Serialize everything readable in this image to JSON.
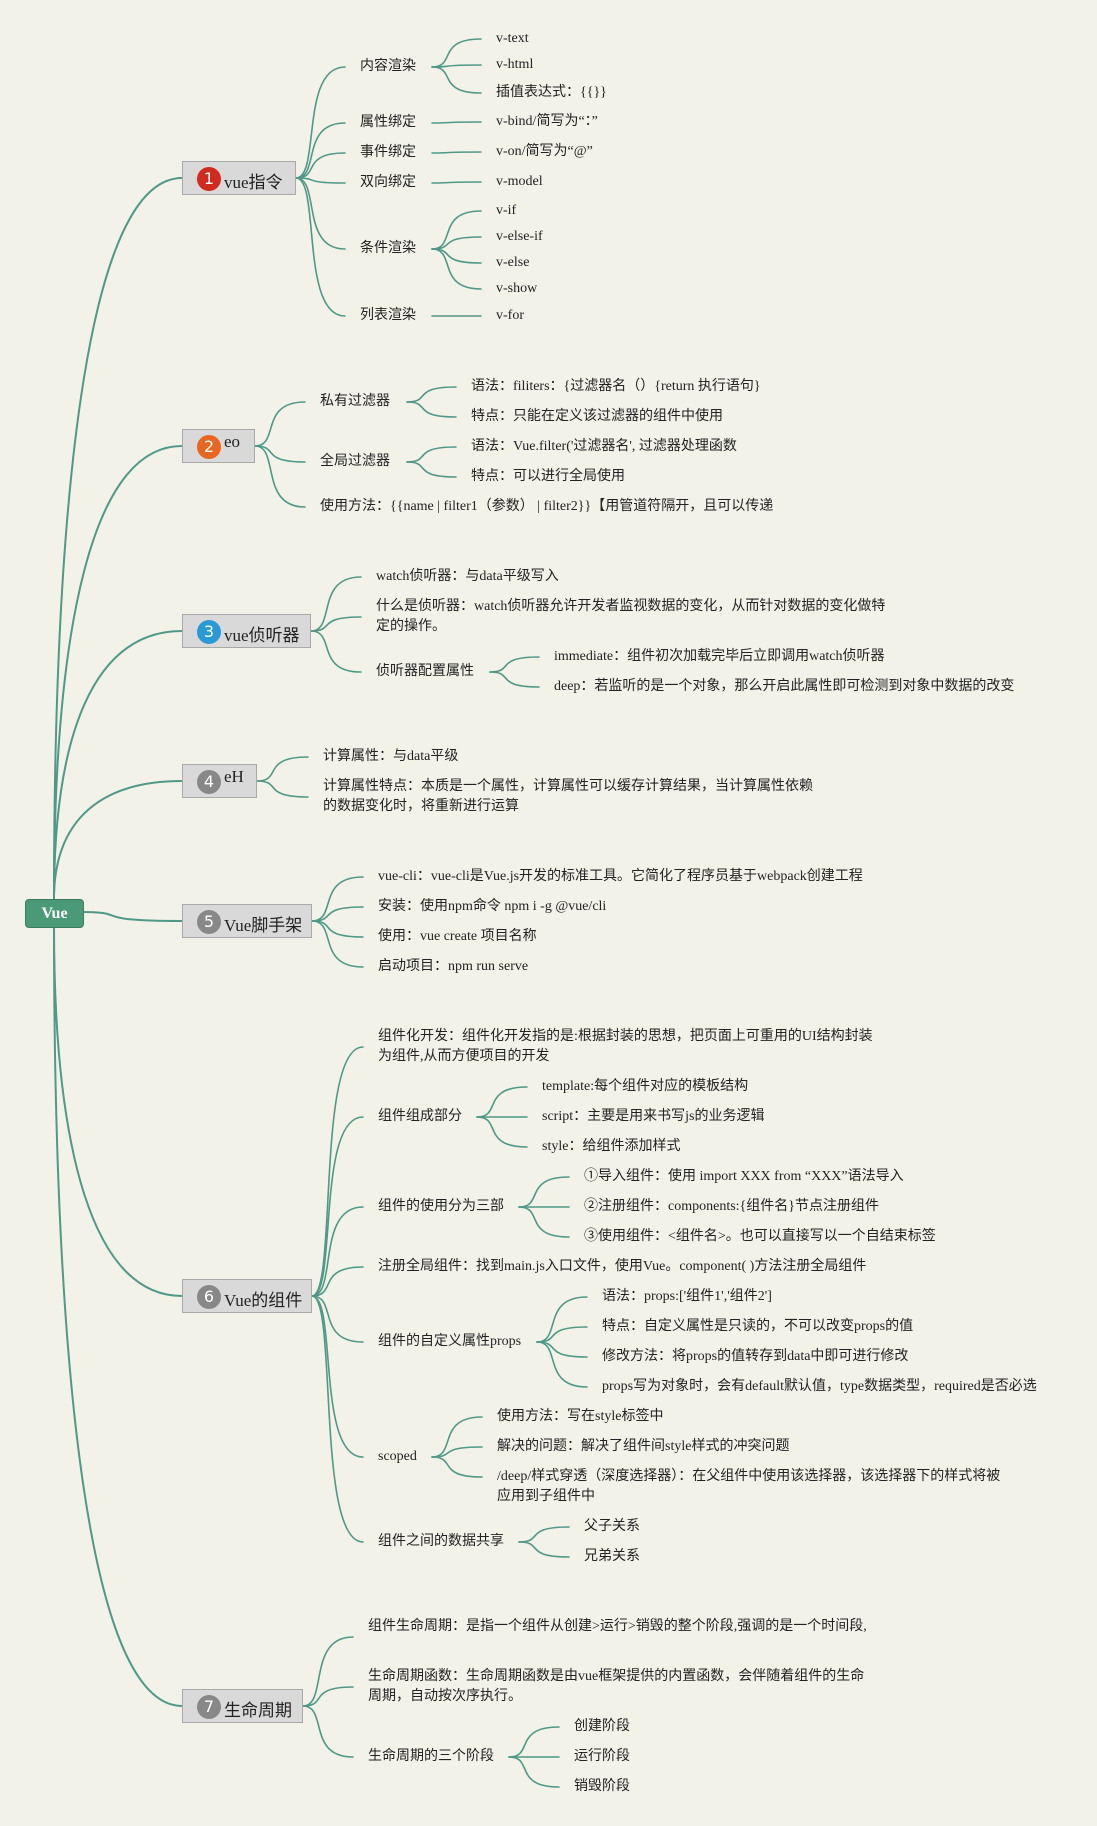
{
  "root": "Vue",
  "colors": {
    "edge": "#4f9986",
    "root": "#4a9a77",
    "node_bg": "#d9d9d9"
  },
  "branches": [
    {
      "num": "1",
      "label": "vue指令",
      "num_color": "#d22a1f",
      "children": [
        {
          "text": "内容渲染",
          "children": [
            "v-text",
            "v-html",
            "插值表达式：{{}}"
          ]
        },
        {
          "text": "属性绑定",
          "children": [
            "v-bind/简写为“：”"
          ]
        },
        {
          "text": "事件绑定",
          "children": [
            "v-on/简写为“@”"
          ]
        },
        {
          "text": "双向绑定",
          "children": [
            "v-model"
          ]
        },
        {
          "text": "条件渲染",
          "children": [
            "v-if",
            "v-else-if",
            "v-else",
            "v-show"
          ]
        },
        {
          "text": "列表渲染",
          "children": [
            "v-for"
          ]
        }
      ]
    },
    {
      "num": "2",
      "label": "eo",
      "num_color": "#e8661f",
      "children": [
        {
          "text": "私有过滤器",
          "children": [
            "语法：filiters：{过滤器名（）{return 执行语句}",
            "特点：只能在定义该过滤器的组件中使用"
          ]
        },
        {
          "text": "全局过滤器",
          "children": [
            "语法：Vue.filter('过滤器名', 过滤器处理函数",
            "特点：可以进行全局使用"
          ]
        },
        {
          "text": "使用方法：{{name | filter1（参数） | filter2}}【用管道符隔开，且可以传递"
        }
      ]
    },
    {
      "num": "3",
      "label": "vue侦听器",
      "num_color": "#2a9ad6",
      "children": [
        {
          "text": "watch侦听器：与data平级写入"
        },
        {
          "text": "什么是侦听器：watch侦听器允许开发者监视数据的变化，从而针对数据的变化做特定的操作。"
        },
        {
          "text": "侦听器配置属性",
          "children": [
            "immediate：组件初次加载完毕后立即调用watch侦听器",
            "deep：若监听的是一个对象，那么开启此属性即可检测到对象中数据的改变"
          ]
        }
      ]
    },
    {
      "num": "4",
      "label": "eH",
      "num_color": "#888888",
      "children": [
        {
          "text": "计算属性：与data平级"
        },
        {
          "text": "计算属性特点：本质是一个属性，计算属性可以缓存计算结果，当计算属性依赖的数据变化时，将重新进行运算"
        }
      ]
    },
    {
      "num": "5",
      "label": "Vue脚手架",
      "num_color": "#888888",
      "children": [
        {
          "text": "vue-cli：vue-cli是Vue.js开发的标准工具。它简化了程序员基于webpack创建工程"
        },
        {
          "text": "安装：使用npm命令 npm i -g @vue/cli"
        },
        {
          "text": "使用：vue create 项目名称"
        },
        {
          "text": "启动项目：npm run serve"
        }
      ]
    },
    {
      "num": "6",
      "label": "Vue的组件",
      "num_color": "#888888",
      "children": [
        {
          "text": "组件化开发：组件化开发指的是:根据封装的思想，把页面上可重用的UI结构封装为组件,从而方便项目的开发"
        },
        {
          "text": "组件组成部分",
          "children": [
            "template:每个组件对应的模板结构",
            "script：主要是用来书写js的业务逻辑",
            "style：给组件添加样式"
          ]
        },
        {
          "text": "组件的使用分为三部",
          "children": [
            "①导入组件：使用 import XXX from “XXX”语法导入",
            "②注册组件：components:{组件名}节点注册组件",
            "③使用组件：<组件名>。也可以直接写以一个自结束标签"
          ]
        },
        {
          "text": "注册全局组件：找到main.js入口文件，使用Vue。component( )方法注册全局组件"
        },
        {
          "text": "组件的自定义属性props",
          "children": [
            "语法：props:['组件1','组件2']",
            "特点：自定义属性是只读的，不可以改变props的值",
            "修改方法：将props的值转存到data中即可进行修改",
            "props写为对象时，会有default默认值，type数据类型，required是否必选"
          ]
        },
        {
          "text": "scoped",
          "children": [
            "使用方法：写在style标签中",
            "解决的问题：解决了组件间style样式的冲突问题",
            "/deep/样式穿透（深度选择器）：在父组件中使用该选择器，该选择器下的样式将被应用到子组件中"
          ]
        },
        {
          "text": "组件之间的数据共享",
          "children": [
            "父子关系",
            "兄弟关系"
          ]
        }
      ]
    },
    {
      "num": "7",
      "label": "生命周期",
      "num_color": "#888888",
      "children": [
        {
          "text": "组件生命周期：是指一个组件从创建>运行>销毁的整个阶段,强调的是一个时间段,"
        },
        {
          "text": "生命周期函数：生命周期函数是由vue框架提供的内置函数，会伴随着组件的生命周期，自动按次序执行。"
        },
        {
          "text": "生命周期的三个阶段",
          "children": [
            "创建阶段",
            "运行阶段",
            "销毁阶段"
          ]
        }
      ]
    }
  ]
}
